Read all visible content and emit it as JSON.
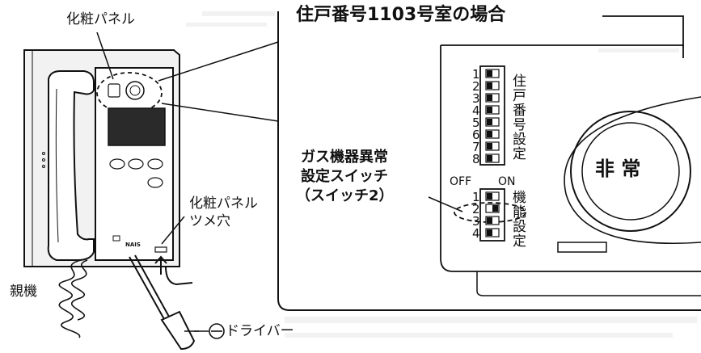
{
  "title": "住戸番号1103号室の場合",
  "labels": {
    "cosmetic_panel": "化粧パネル",
    "panel_hook_hole_line1": "化粧パネル",
    "panel_hook_hole_line2": "ツメ穴",
    "master_unit": "親機",
    "screwdriver": "ドライバー",
    "gas_line1": "ガス機器異常",
    "gas_line2": "設定スイッチ",
    "gas_line3": "（スイッチ2）",
    "emergency": "非 常",
    "off": "OFF",
    "on": "ON",
    "brand": "NAIS"
  },
  "unit_switch": {
    "caption": [
      "住",
      "戸",
      "番",
      "号",
      "設",
      "定"
    ],
    "numbers": [
      "1",
      "2",
      "3",
      "4",
      "5",
      "6",
      "7",
      "8"
    ],
    "states": [
      "off",
      "off",
      "off",
      "off",
      "off",
      "off",
      "off",
      "off"
    ]
  },
  "function_switch": {
    "caption": [
      "機",
      "能",
      "設",
      "定"
    ],
    "numbers": [
      "1",
      "2",
      "3",
      "4"
    ],
    "states": [
      "off",
      "on",
      "off",
      "off"
    ]
  },
  "colors": {
    "line": "#111111",
    "screen": "#2a2a2a",
    "paper": "#ffffff"
  }
}
